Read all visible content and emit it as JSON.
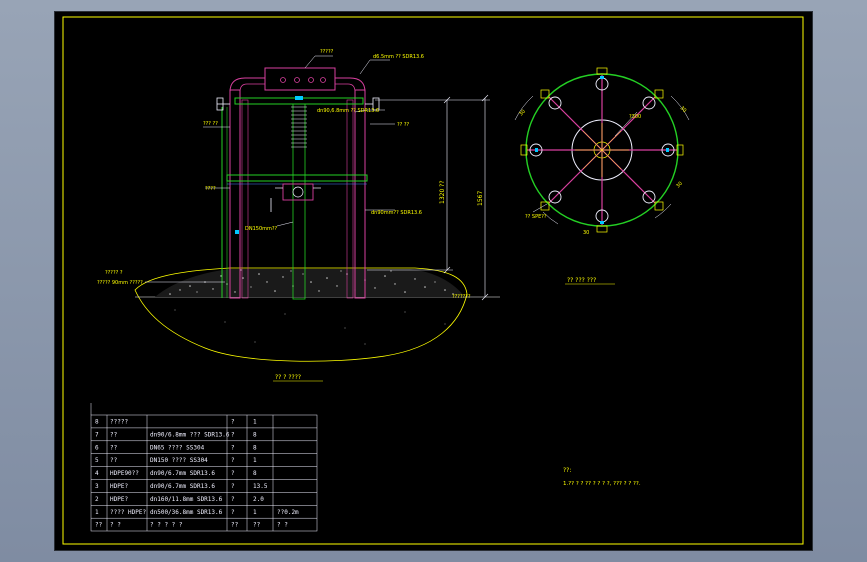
{
  "colors": {
    "background": "#000000",
    "frame": "#ffff00",
    "structure": "#d9409f",
    "pipe": "#f06ad8",
    "green": "#24d024",
    "ground": "#ffffff",
    "dimension": "#ffffff",
    "text": "#ffff00",
    "fitting": "#f0f0ff"
  },
  "labels": {
    "top_box": "?????",
    "pipe_top": "d6.5mm ?? SDR13.6",
    "pipe_mid": "dn90,6.8mm ?? SDR13.6",
    "pipe_left": "??? ??",
    "pipe_right": "?? ??",
    "left_side": "????",
    "valve": "DN150mm??",
    "pipe_right2": "dn90mm?? SDR13.6",
    "ground_left_1": "????? ?",
    "ground_left_2": "?????   90mm ?????",
    "dim_vert_1": "1320 ??",
    "dim_vert_2": "1567",
    "ground_right": "???????",
    "elevation_title": "?? ? ????",
    "plan_title": "?? ??? ???",
    "plan_dim_1": "30",
    "plan_dim_2": "?300",
    "plan_dim_3": "30",
    "plan_dim_4": "30",
    "plan_dim_5": "30",
    "plan_flange": "?? SPE??"
  },
  "bom": {
    "rows": [
      {
        "no": "8",
        "name": "?????",
        "spec": "",
        "unit": "?",
        "qty": "1",
        "note": ""
      },
      {
        "no": "7",
        "name": "??",
        "spec": "dn90/6.8mm   ??? SDR13.6",
        "unit": "?",
        "qty": "8",
        "note": ""
      },
      {
        "no": "6",
        "name": "??",
        "spec": "DN65   ???? SS304",
        "unit": "?",
        "qty": "8",
        "note": ""
      },
      {
        "no": "5",
        "name": "??",
        "spec": "DN150 ???? SS304",
        "unit": "?",
        "qty": "1",
        "note": ""
      },
      {
        "no": "4",
        "name": "HDPE90??",
        "spec": "dn90/6.7mm   SDR13.6",
        "unit": "?",
        "qty": "8",
        "note": ""
      },
      {
        "no": "3",
        "name": "HDPE?",
        "spec": "dn90/6.7mm   SDR13.6",
        "unit": "?",
        "qty": "13.5",
        "note": ""
      },
      {
        "no": "2",
        "name": "HDPE?",
        "spec": "dn160/11.8mm  SDR13.6",
        "unit": "?",
        "qty": "2.0",
        "note": ""
      },
      {
        "no": "1",
        "name": "???? HDPE?",
        "spec": "dn500/36.8mm   SDR13.6",
        "unit": "?",
        "qty": "1",
        "note": "??0.2m"
      }
    ],
    "header": {
      "no": "??",
      "name": "? ?",
      "spec": "? ? ? ? ?",
      "unit": "??",
      "qty": "??",
      "note": "? ?"
    }
  },
  "notes": {
    "title": "??:",
    "line1": "1.??  ? ? ??  ? ? ? ?, ???  ? ? ??."
  }
}
